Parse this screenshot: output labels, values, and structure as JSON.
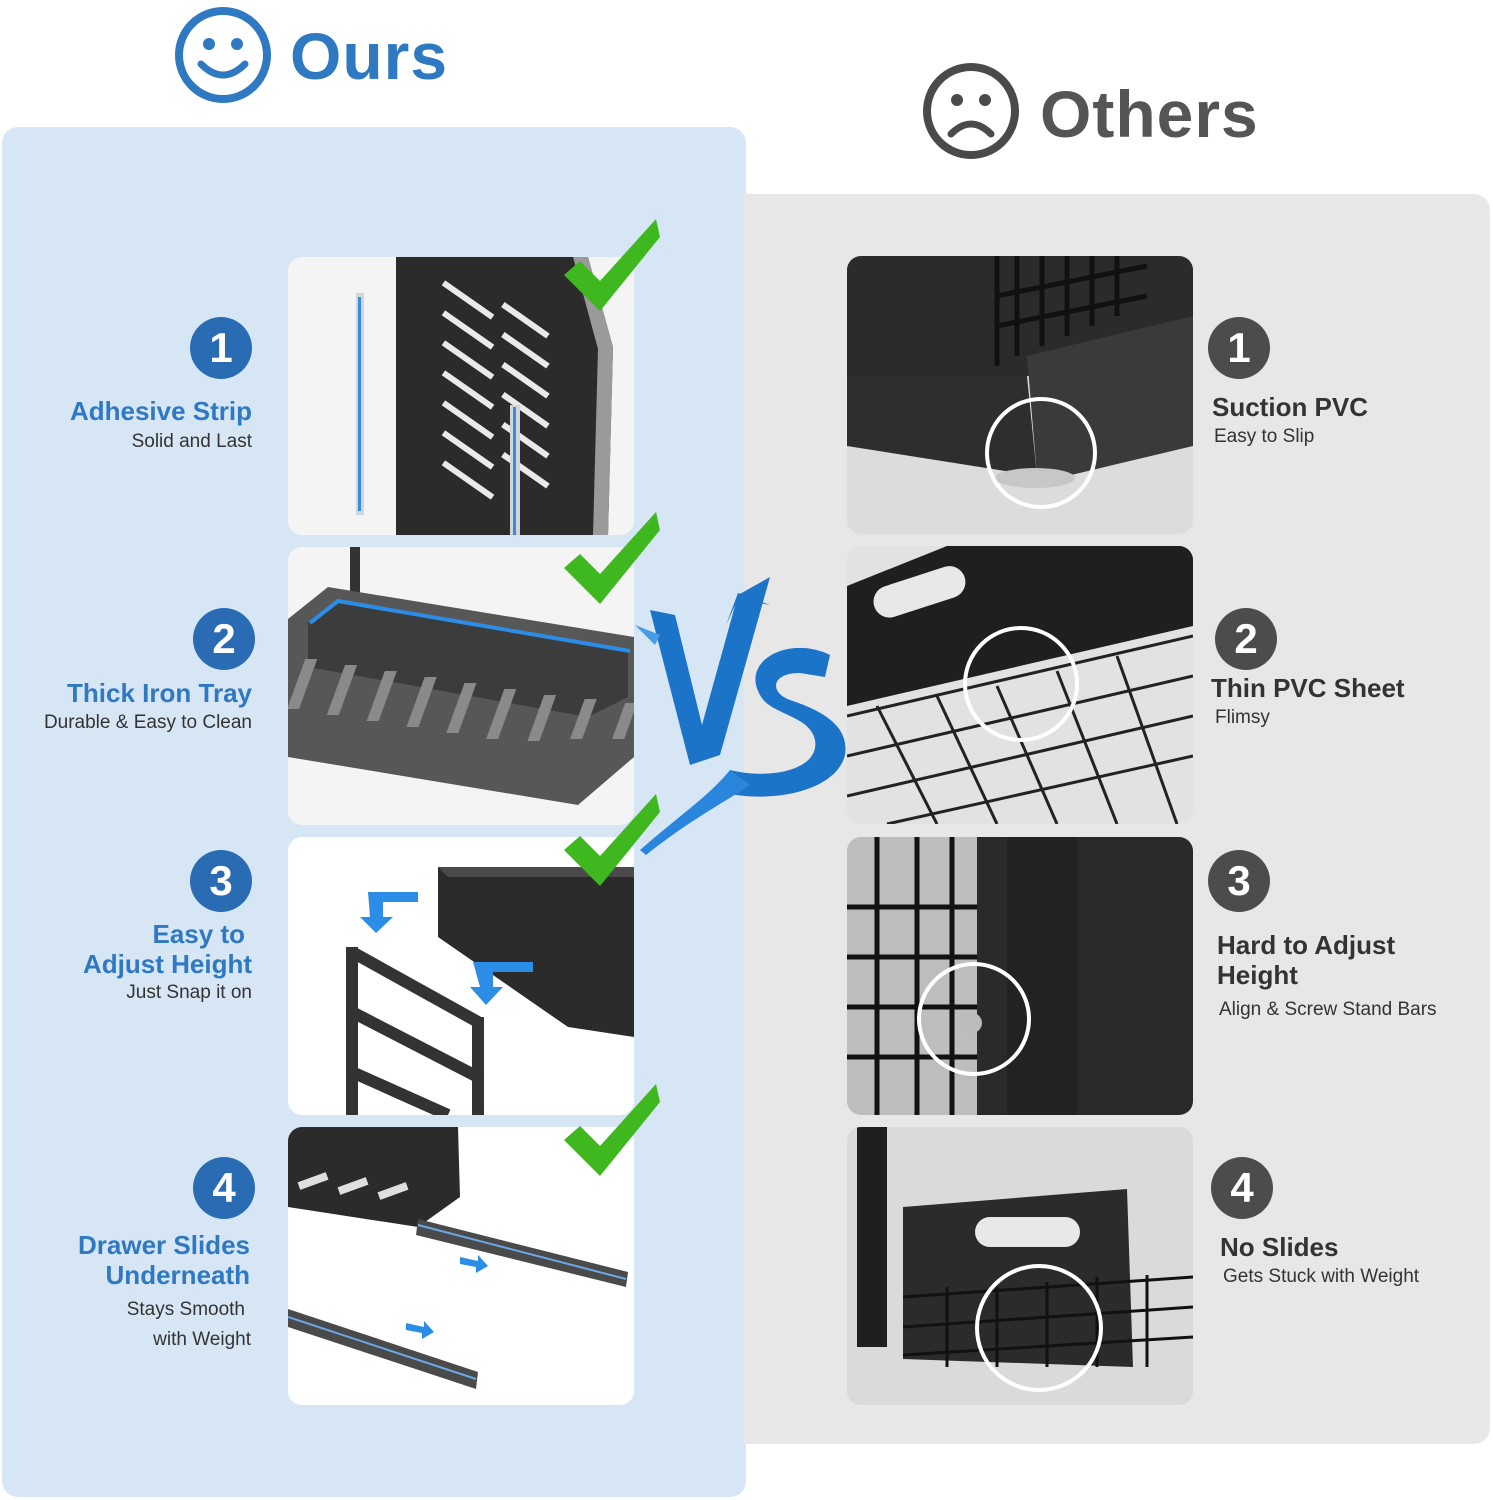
{
  "ours": {
    "title": "Ours",
    "face_icon": "smiley-face-icon",
    "accent_color": "#2f78c2",
    "features": [
      {
        "number": "1",
        "title": "Adhesive Strip",
        "subtitle": [
          "Solid and Last"
        ]
      },
      {
        "number": "2",
        "title": "Thick Iron Tray",
        "subtitle": [
          "Durable & Easy to Clean"
        ]
      },
      {
        "number": "3",
        "title": [
          "Easy to",
          "Adjust Height"
        ],
        "subtitle": [
          "Just Snap it on"
        ]
      },
      {
        "number": "4",
        "title": [
          "Drawer Slides",
          "Underneath"
        ],
        "subtitle": [
          "Stays Smooth",
          "with Weight"
        ]
      }
    ]
  },
  "others": {
    "title": "Others",
    "face_icon": "sad-face-icon",
    "accent_color": "#555555",
    "features": [
      {
        "number": "1",
        "title": "Suction PVC",
        "subtitle": [
          "Easy to Slip"
        ]
      },
      {
        "number": "2",
        "title": "Thin PVC Sheet",
        "subtitle": [
          "Flimsy"
        ]
      },
      {
        "number": "3",
        "title": [
          "Hard to Adjust",
          "Height"
        ],
        "subtitle": [
          "Align & Screw Stand Bars"
        ]
      },
      {
        "number": "4",
        "title": "No Slides",
        "subtitle": [
          "Gets Stuck with Weight"
        ]
      }
    ]
  },
  "vs": {
    "text": "VS",
    "color": "#1c74c9"
  },
  "check_color": "#3fb81f"
}
